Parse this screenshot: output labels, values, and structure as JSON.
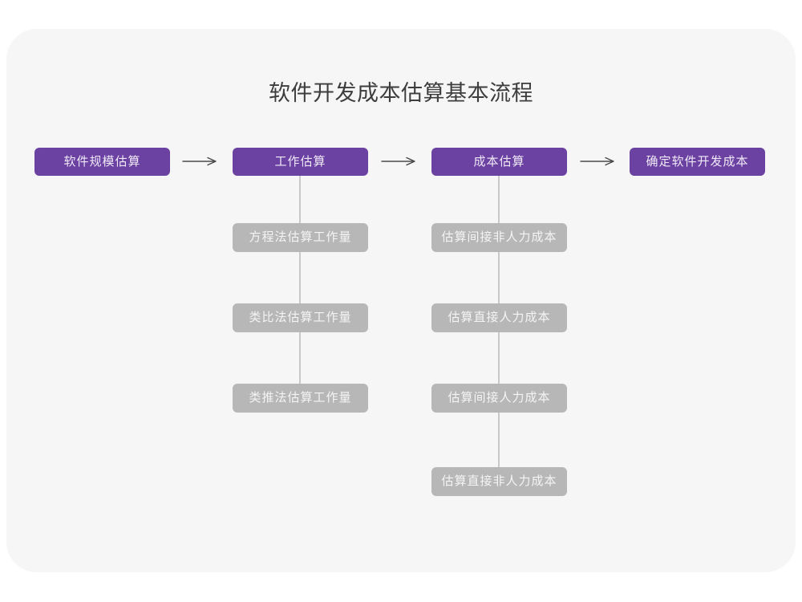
{
  "title": "软件开发成本估算基本流程",
  "flow": {
    "stages": [
      {
        "label": "软件规模估算"
      },
      {
        "label": "工作估算"
      },
      {
        "label": "成本估算"
      },
      {
        "label": "确定软件开发成本"
      }
    ],
    "work_substeps": [
      {
        "label": "方程法估算工作量"
      },
      {
        "label": "类比法估算工作量"
      },
      {
        "label": "类推法估算工作量"
      }
    ],
    "cost_substeps": [
      {
        "label": "估算间接非人力成本"
      },
      {
        "label": "估算直接人力成本"
      },
      {
        "label": "估算间接人力成本"
      },
      {
        "label": "估算直接非人力成本"
      }
    ]
  },
  "colors": {
    "page_bg": "#ffffff",
    "card_bg": "#f6f6f7",
    "stage_bg": "#6b41a1",
    "stage_text": "#efe9f7",
    "substep_bg": "#b7b7b7",
    "substep_text": "#f4f4f4",
    "connector": "#c9c9c9",
    "arrow": "#4a4a4a",
    "title_color": "#3d3d3d"
  }
}
